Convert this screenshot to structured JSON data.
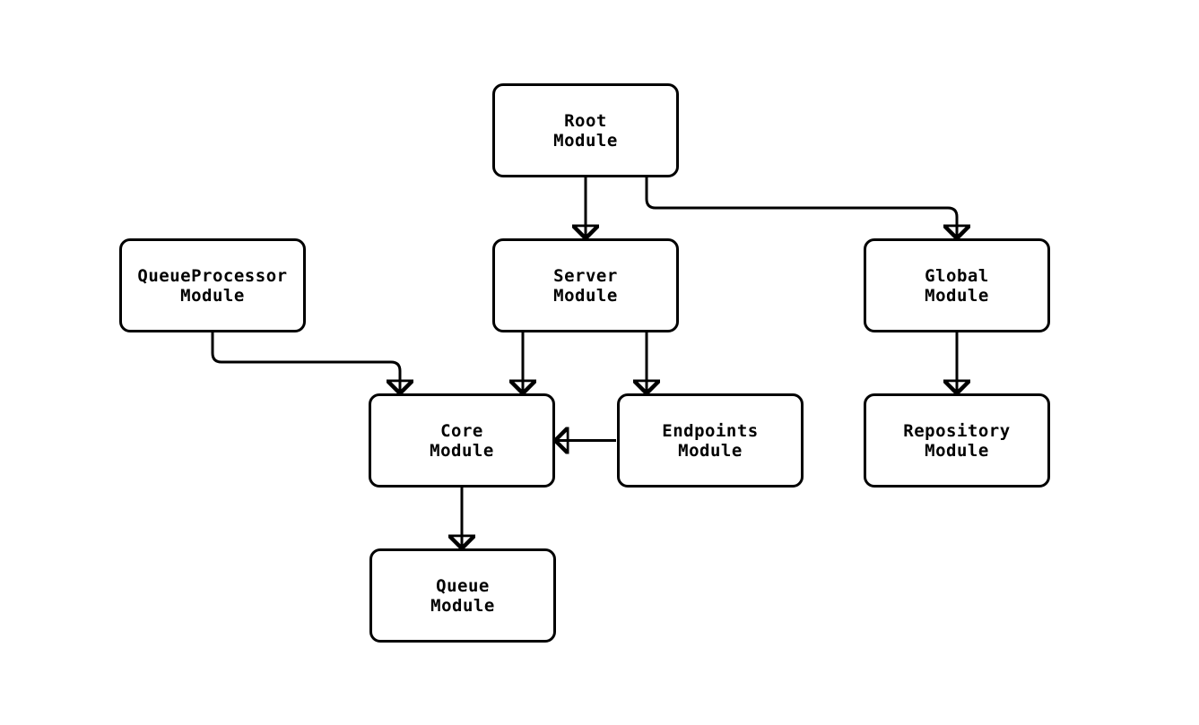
{
  "diagram": {
    "type": "module-dependency-flowchart",
    "background_color": "#ffffff",
    "node_fill_color": "#ffffff",
    "node_border_color": "#000000",
    "edge_color": "#000000",
    "text_color": "#000000",
    "nodes": [
      {
        "id": "root",
        "label": "Root\nModule"
      },
      {
        "id": "server",
        "label": "Server\nModule"
      },
      {
        "id": "queueprocessor",
        "label": "QueueProcessor\nModule"
      },
      {
        "id": "global",
        "label": "Global\nModule"
      },
      {
        "id": "core",
        "label": "Core\nModule"
      },
      {
        "id": "endpoints",
        "label": "Endpoints\nModule"
      },
      {
        "id": "repository",
        "label": "Repository\nModule"
      },
      {
        "id": "queue",
        "label": "Queue\nModule"
      }
    ],
    "edges": [
      {
        "from": "root",
        "to": "server"
      },
      {
        "from": "root",
        "to": "global"
      },
      {
        "from": "queueprocessor",
        "to": "core"
      },
      {
        "from": "server",
        "to": "core"
      },
      {
        "from": "server",
        "to": "endpoints"
      },
      {
        "from": "endpoints",
        "to": "core"
      },
      {
        "from": "core",
        "to": "queue"
      },
      {
        "from": "global",
        "to": "repository"
      }
    ]
  }
}
